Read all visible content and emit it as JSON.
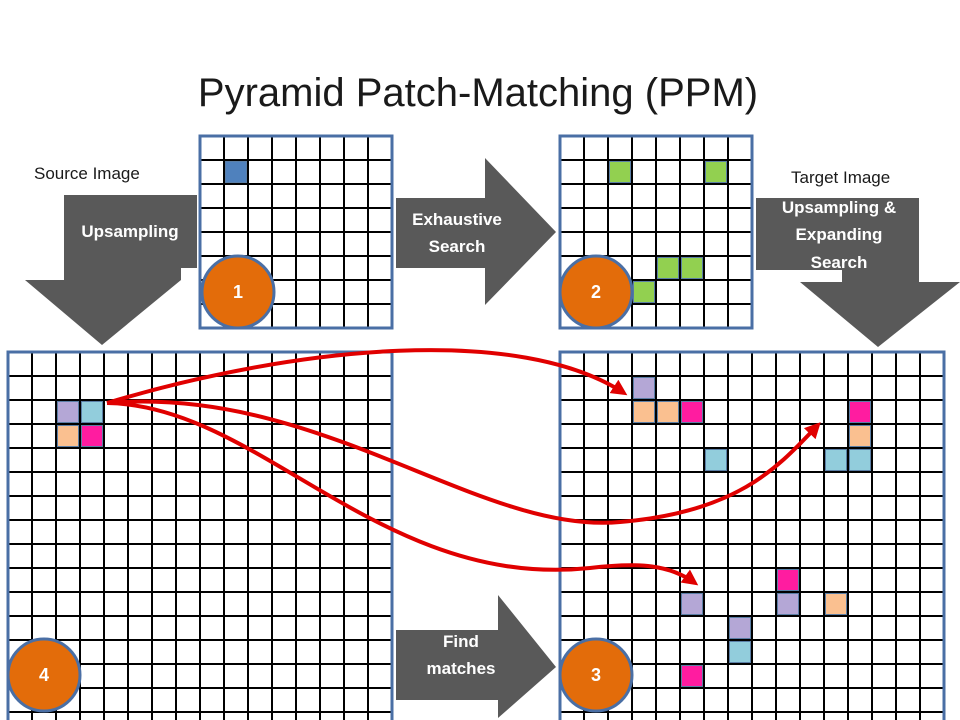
{
  "title": "Pyramid Patch-Matching (PPM)",
  "labels": {
    "source_image": "Source Image",
    "target_image": "Target Image"
  },
  "arrows": {
    "upsampling": "Upsampling",
    "exhaustive_search": [
      "Exhaustive",
      "Search"
    ],
    "upsampling_expanding": [
      "Upsampling &",
      "Expanding",
      "Search"
    ],
    "find_matches": [
      "Find",
      "matches"
    ]
  },
  "steps": [
    "1",
    "2",
    "3",
    "4"
  ],
  "colors": {
    "grid_line": "#000000",
    "grid_border": "#4a6fa5",
    "cell_border": "#5b7fa6",
    "blue": "#4f81bd",
    "green": "#92d050",
    "lavender": "#b4a7d6",
    "lightblue": "#92cddc",
    "peach": "#fac090",
    "magenta": "#ff1ca0",
    "step_circle": "#e36c0a",
    "step_circle_border": "#4a6fa5",
    "block_arrow": "#595959",
    "match_arrow": "#e00000"
  }
}
